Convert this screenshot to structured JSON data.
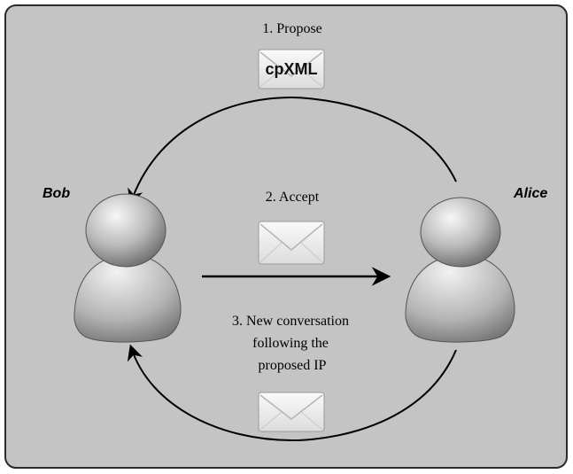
{
  "actors": {
    "left": {
      "name": "Bob"
    },
    "right": {
      "name": "Alice"
    }
  },
  "steps": [
    {
      "label": "1. Propose",
      "envelope_text": "cpXML"
    },
    {
      "label": "2. Accept"
    },
    {
      "label_lines": [
        "3. New conversation",
        "following the",
        "proposed IP"
      ]
    }
  ],
  "colors": {
    "panel_fill": "#c4c4c4",
    "panel_stroke": "#2b2b2b",
    "arrow": "#000000",
    "envelope": "#f4f4f4"
  },
  "icons": {
    "person": "user-silhouette-icon",
    "message": "envelope-icon"
  }
}
